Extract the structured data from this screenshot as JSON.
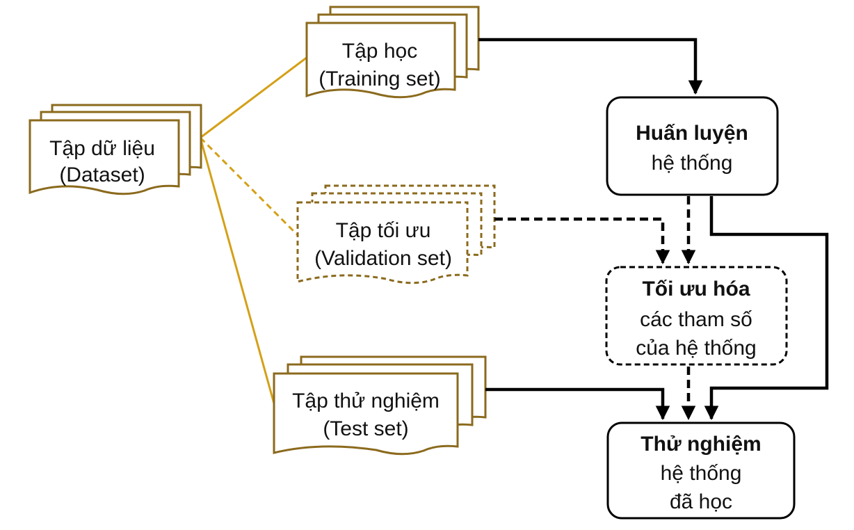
{
  "colors": {
    "doc_stroke": "#8b6a1d",
    "doc_fill": "#ffffff",
    "connector": "#d4a017",
    "arrow": "#000000"
  },
  "documents": {
    "dataset": {
      "line1": "Tập dữ liệu",
      "line2": "(Dataset)"
    },
    "training": {
      "line1": "Tập học",
      "line2": "(Training set)"
    },
    "validation": {
      "line1": "Tập tối ưu",
      "line2": "(Validation set)"
    },
    "test": {
      "line1": "Tập thử nghiệm",
      "line2": "(Test set)"
    }
  },
  "processes": {
    "train": {
      "title": "Huấn luyện",
      "line2": "hệ thống"
    },
    "optimize": {
      "title": "Tối ưu hóa",
      "line2": "các tham số",
      "line3": "của hệ thống"
    },
    "evaluate": {
      "title": "Thử nghiệm",
      "line2": "hệ thống",
      "line3": "đã học"
    }
  }
}
